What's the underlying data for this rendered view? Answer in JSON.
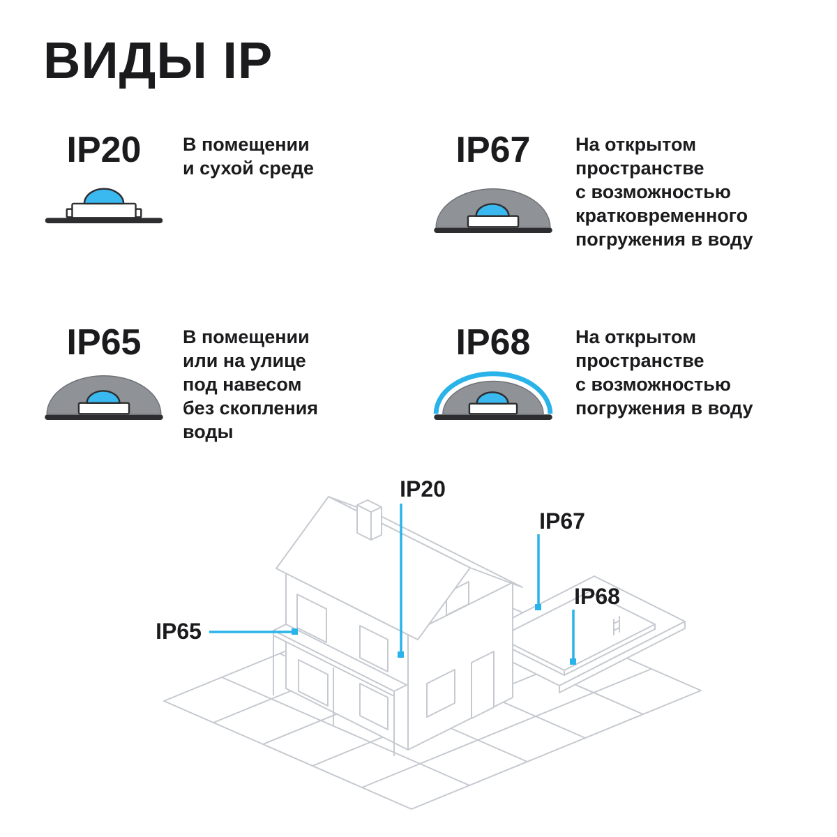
{
  "title": "ВИДЫ IP",
  "colors": {
    "accent": "#2ab3e9",
    "lens_blue": "#3ab9f0",
    "dome_gray": "#8f9297",
    "base_dark": "#2d2d2f",
    "line_art": "#c6cad0",
    "text": "#1b1b1d"
  },
  "ratings": [
    {
      "code": "IP20",
      "icon": "bare-led-strip",
      "description": "В помещении\nи сухой среде"
    },
    {
      "code": "IP67",
      "icon": "gray-dome-strip",
      "description": "На открытом\nпространстве\nс возможностью\nкратковременного\nпогружения в воду"
    },
    {
      "code": "IP65",
      "icon": "gray-dome-strip",
      "description": "В помещении\nили на улице\nпод навесом\nбез скопления\nводы"
    },
    {
      "code": "IP68",
      "icon": "blue-sealed-dome-strip",
      "description": "На открытом\nпространстве\nс возможностью\nпогружения в воду"
    }
  ],
  "diagram": {
    "labels": {
      "ip20": "IP20",
      "ip67": "IP67",
      "ip68": "IP68",
      "ip65": "IP65"
    }
  }
}
